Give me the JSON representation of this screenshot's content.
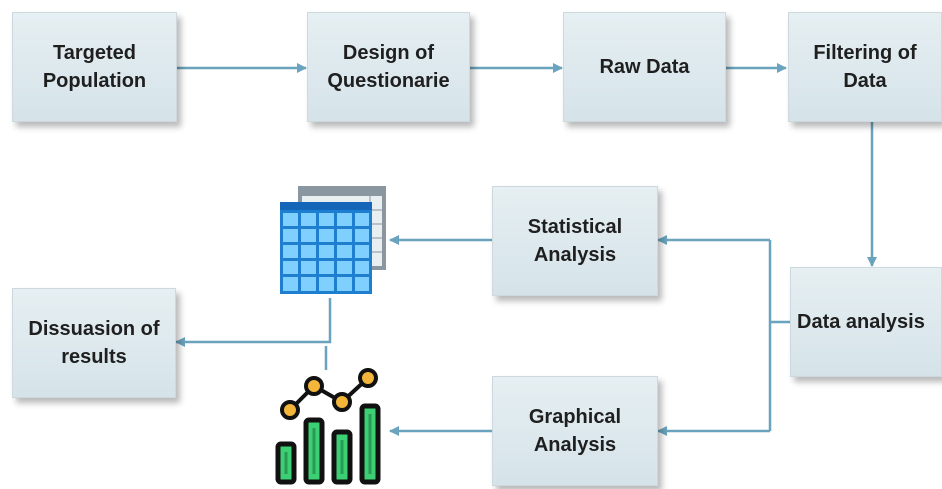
{
  "nodes": {
    "targeted_population": "Targeted\nPopulation",
    "design_of_questionnaire": "Design of\nQuestionarie",
    "raw_data": "Raw Data",
    "filtering_of_data": "Filtering of\nData",
    "data_analysis": "Data analysis",
    "statistical_analysis": "Statistical\nAnalysis",
    "graphical_analysis": "Graphical\nAnalysis",
    "discussion_of_results": "Dissuasion of\nresults"
  },
  "icons": {
    "table": "spreadsheet-table-icon",
    "chart": "bar-line-chart-icon"
  },
  "colors": {
    "arrow": "#6aa3bd",
    "box_fill": "#dde9ee",
    "table_blue": "#29a3e8",
    "bar_green": "#3ccf73"
  }
}
